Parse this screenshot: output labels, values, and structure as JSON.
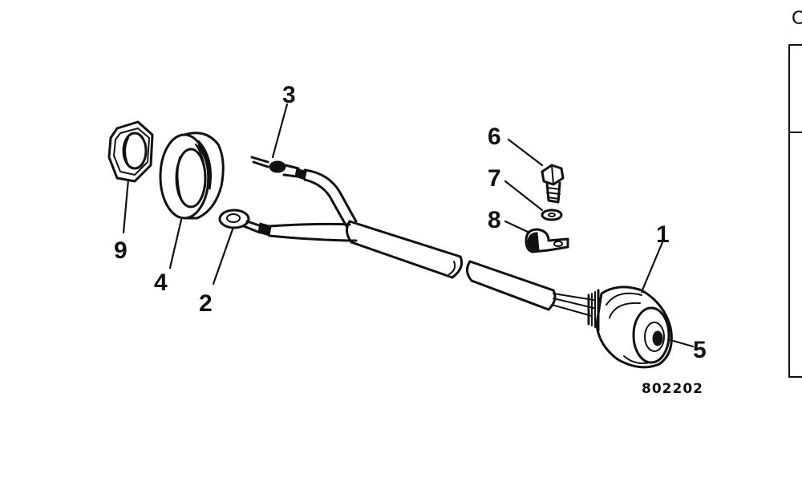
{
  "diagram": {
    "part_numbers": {
      "p1": "1",
      "p2": "2",
      "p3": "3",
      "p4": "4",
      "p5": "5",
      "p6": "6",
      "p7": "7",
      "p8": "8",
      "p9": "9"
    },
    "figure_code": "802202",
    "edge_text": "C"
  }
}
